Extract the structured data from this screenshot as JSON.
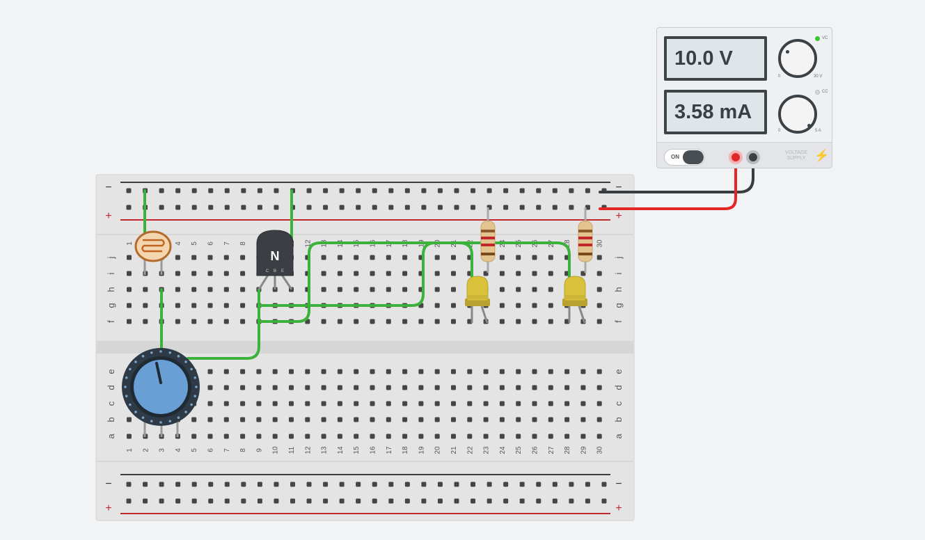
{
  "supply": {
    "voltage": "10.0 V",
    "current": "3.58 mA",
    "vc_label": "VC",
    "cc_label": "CC",
    "v_min": "0",
    "v_max": "30 V",
    "a_min": "0",
    "a_max": "5 A",
    "on_label": "ON",
    "supply_label_line1": "VOLTAGE",
    "supply_label_line2": "SUPPLY",
    "vc_led_color": "#35c535"
  },
  "breadboard": {
    "columns": [
      "1",
      "2",
      "3",
      "4",
      "5",
      "6",
      "7",
      "8",
      "9",
      "10",
      "11",
      "12",
      "13",
      "14",
      "15",
      "16",
      "17",
      "18",
      "19",
      "20",
      "21",
      "22",
      "23",
      "24",
      "25",
      "26",
      "27",
      "28",
      "29",
      "30"
    ],
    "top_rows": [
      "j",
      "i",
      "h",
      "g",
      "f"
    ],
    "bottom_rows": [
      "e",
      "d",
      "c",
      "b",
      "a"
    ],
    "rail_minus": "−",
    "rail_plus": "+"
  },
  "components": {
    "transistor_label": "N",
    "transistor_pins": [
      "C",
      "B",
      "E"
    ]
  },
  "colors": {
    "wire_green": "#3ab23c",
    "wire_red": "#e32727",
    "wire_black": "#3a3d40",
    "rail_red": "#c0282c",
    "led_yellow": "#d9c23a",
    "pot_blue": "#6a9fd6"
  }
}
